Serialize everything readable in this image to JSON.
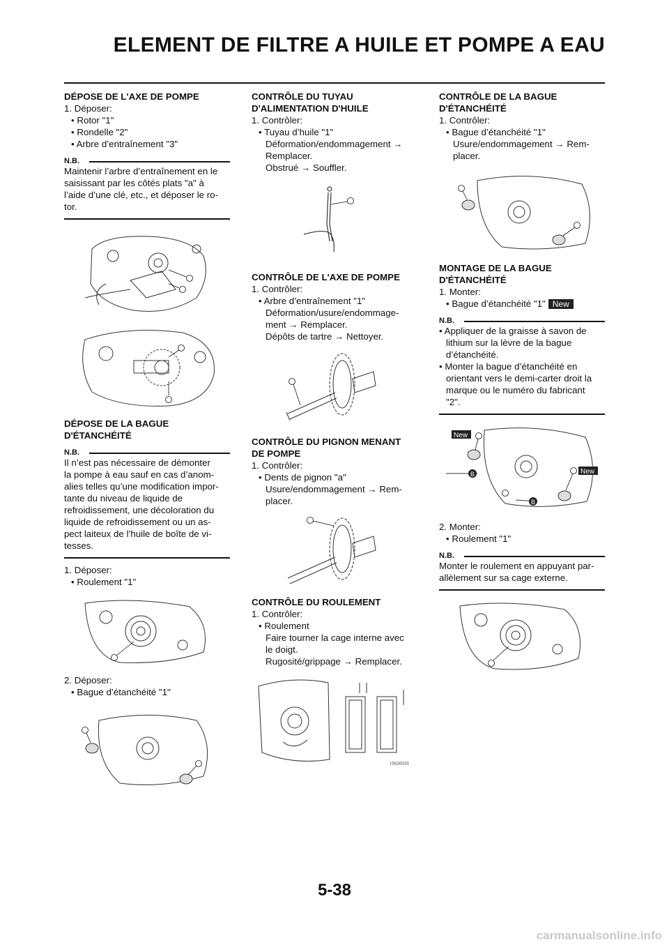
{
  "page": {
    "title": "ELEMENT DE FILTRE A HUILE ET POMPE A EAU",
    "page_number": "5-38",
    "watermark": "carmanualsonline.info"
  },
  "col1": {
    "s1": {
      "heading": "DÉPOSE DE L'AXE DE POMPE",
      "step": "1.  Déposer:",
      "items": [
        "• Rotor \"1\"",
        "• Rondelle \"2\"",
        "• Arbre d’entraînement \"3\""
      ],
      "nb_label": "N.B.",
      "nb_lines": [
        "Maintenir l’arbre d’entraînement en le",
        "saisissant par les côtés plats \"a\" à",
        "l’aide d’une clé, etc., et déposer le ro-",
        "tor."
      ]
    },
    "s2": {
      "heading_lines": [
        "DÉPOSE DE LA BAGUE",
        "D'ÉTANCHÉITÉ"
      ],
      "nb_label": "N.B.",
      "nb_lines": [
        "Il n’est pas nécessaire de démonter",
        "la pompe à eau sauf en cas d’anom-",
        "alies telles qu’une modification impor-",
        "tante du niveau de liquide de",
        "refroidissement, une décoloration du",
        "liquide de refroidissement ou un as-",
        "pect laiteux de l’huile de boîte de vi-",
        "tesses."
      ],
      "step1": "1.  Déposer:",
      "step1_item": "• Roulement \"1\"",
      "step2": "2.  Déposer:",
      "step2_item": "• Bague d’étanchéité \"1\""
    }
  },
  "col2": {
    "s1": {
      "heading_lines": [
        "CONTRÔLE DU TUYAU",
        "D'ALIMENTATION D'HUILE"
      ],
      "step": "1.  Contrôler:",
      "item": "• Tuyau d’huile \"1\"",
      "detail": [
        "Déformation/endommagement → ",
        "Remplacer.",
        "Obstrué → Souffler."
      ]
    },
    "s2": {
      "heading": "CONTRÔLE DE L'AXE DE POMPE",
      "step": "1.  Contrôler:",
      "item": "• Arbre d’entraînement \"1\"",
      "detail": [
        "Déformation/usure/endommage-",
        "ment → Remplacer.",
        "Dépôts de tartre → Nettoyer."
      ]
    },
    "s3": {
      "heading_lines": [
        "CONTRÔLE DU PIGNON MENANT",
        "DE POMPE"
      ],
      "step": "1.  Contrôler:",
      "item": "• Dents de pignon \"a\"",
      "detail": [
        "Usure/endommagement → Rem-",
        "placer."
      ]
    },
    "s4": {
      "heading": "CONTRÔLE DU ROULEMENT",
      "step": "1.  Contrôler:",
      "item": "• Roulement",
      "detail": [
        "Faire tourner la cage interne avec",
        "le doigt.",
        "Rugosité/grippage → Remplacer."
      ],
      "fig_code": "1S630101"
    }
  },
  "col3": {
    "s1": {
      "heading_lines": [
        "CONTRÔLE DE LA BAGUE",
        "D'ÉTANCHÉITÉ"
      ],
      "step": "1.  Contrôler:",
      "item": "• Bague d’étanchéité \"1\"",
      "detail": [
        "Usure/endommagement → Rem-",
        "placer."
      ]
    },
    "s2": {
      "heading_lines": [
        "MONTAGE DE LA BAGUE",
        "D'ÉTANCHÉITÉ"
      ],
      "step": "1.  Monter:",
      "item": "• Bague d’étanchéité \"1\"",
      "badge": "New",
      "nb_label": "N.B.",
      "nb_b1": [
        "• Appliquer de la graisse à savon de",
        "lithium sur la lèvre de la bague",
        "d’étanchéité."
      ],
      "nb_b2": [
        "• Monter la bague d’étanchéité en",
        "orientant vers le demi-carter droit la",
        "marque ou le numéro du fabricant",
        "\"2\"."
      ],
      "fig_badge": "New",
      "fig_b": "B"
    },
    "s3": {
      "step": "2.  Monter:",
      "item": "• Roulement \"1\"",
      "nb_label": "N.B.",
      "nb_lines": [
        "Monter le roulement en appuyant par-",
        "allèlement sur sa cage externe."
      ]
    }
  }
}
